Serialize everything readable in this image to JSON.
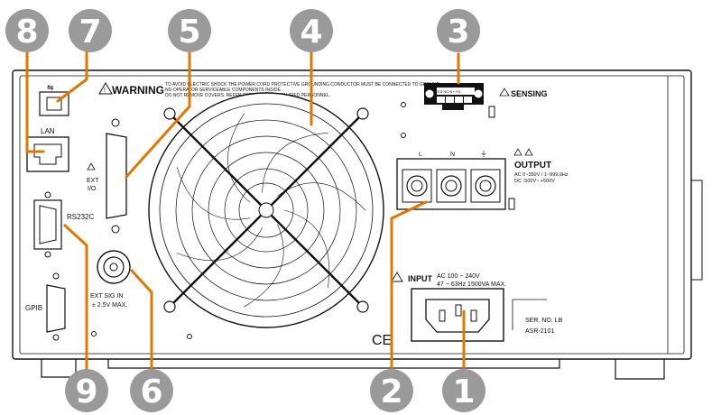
{
  "labels": {
    "warning": "WARNING",
    "warning_text_1": "TO AVOID ELECTRIC SHOCK THE POWER CORD PROTECTIVE GROUNDING CONDUCTOR MUST BE CONNECTED TO GROUND.",
    "warning_text_2": "NO OPERATOR SERVICEABLE COMPONENTS INSIDE.",
    "warning_text_3": "DO NOT REMOVE COVERS. REFER SERVICING TO QUALIFIED PERSONNEL.",
    "lan": "LAN",
    "ext_io_1": "EXT",
    "ext_io_2": "I/O",
    "rs232c": "RS232C",
    "gpib": "GPIB",
    "ext_sig_1": "EXT SIG IN",
    "ext_sig_2": "± 2.5V MAX.",
    "sensing": "SENSING",
    "sensing_pins": "ES NO N+ +N",
    "output": "OUTPUT",
    "output_ac": "AC  0~350V / 1~999.9Hz",
    "output_dc": "DC  -500V~ +500V",
    "term_l": "L",
    "term_n": "N",
    "term_g": "⏚",
    "input": "INPUT",
    "input_1": "AC  100 ~ 240V",
    "input_2": "47 ~ 63Hz  1500VA MAX.",
    "ser_no": "SER. NO.  LB",
    "model": "ASR-2101",
    "ce": "CE"
  },
  "callouts": [
    "1",
    "2",
    "3",
    "4",
    "5",
    "6",
    "7",
    "8",
    "9"
  ],
  "colors": {
    "callout_fill": "#9a9a9a",
    "leader": "#e07800",
    "line": "#111111"
  }
}
